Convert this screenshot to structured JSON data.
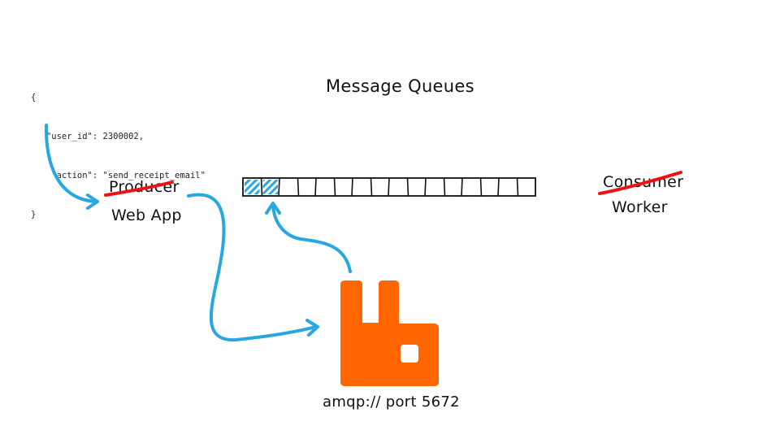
{
  "payload": {
    "lines": [
      "{",
      "   \"user_id\": 2300002,",
      "    \"action\": \"send_receipt_email\"",
      "}"
    ]
  },
  "diagram": {
    "title": "Message Queues",
    "producer": {
      "old_label": "Producer",
      "new_label": "Web App"
    },
    "consumer": {
      "old_label": "Consumer",
      "new_label": "Worker"
    },
    "broker": {
      "label": "amqp:// port 5672",
      "logo": "rabbitmq-logo-icon",
      "color": "#ff6600"
    },
    "queue": {
      "slots": 16,
      "filled": 2,
      "fill_color": "#29a8e0"
    },
    "colors": {
      "arrow": "#29a8e0",
      "strike": "#ee1111",
      "ink": "#111111"
    }
  }
}
